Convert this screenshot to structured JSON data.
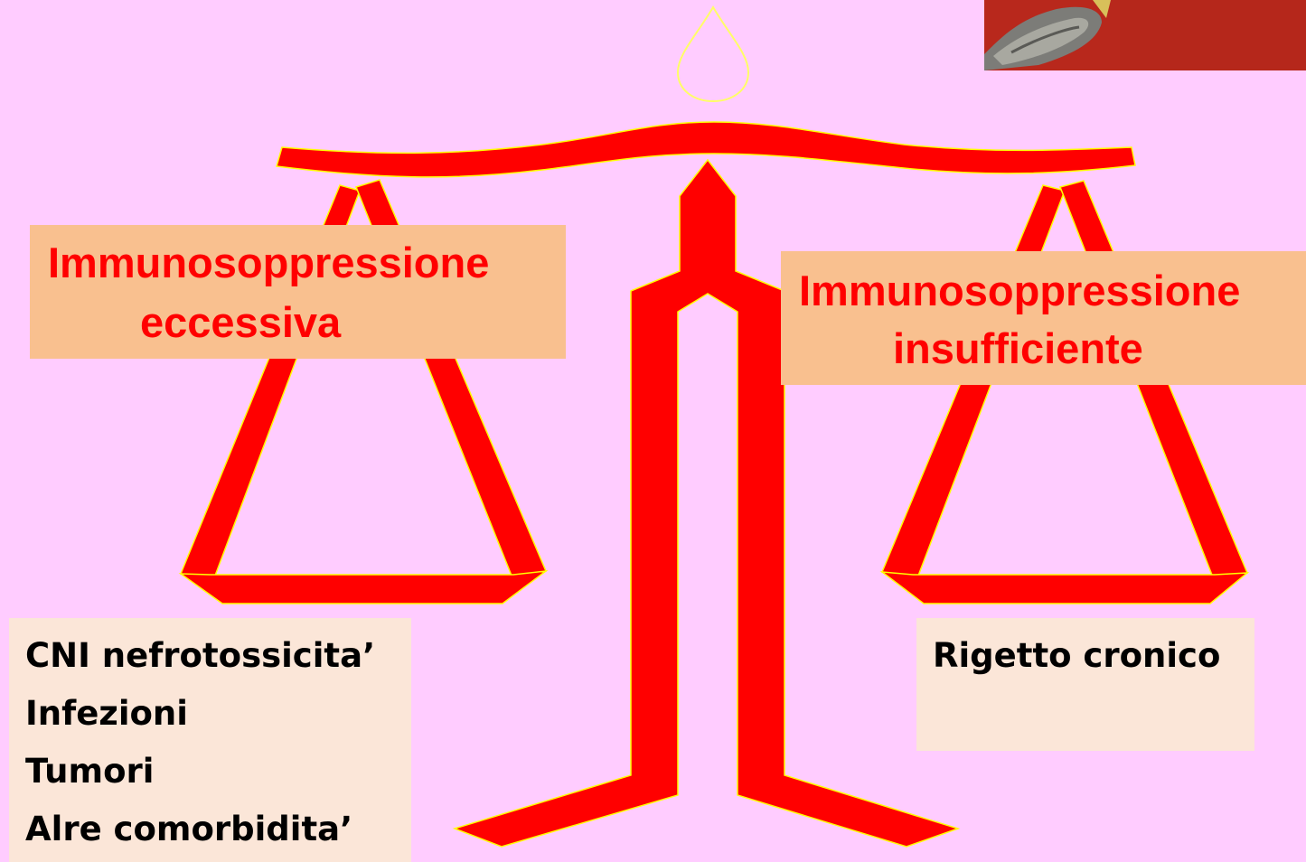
{
  "labels": {
    "left_title_line1": "Immunosoppressione",
    "left_title_line2": "eccessiva",
    "right_title_line1": "Immunosoppressione",
    "right_title_line2": "insufficiente"
  },
  "left_consequences": [
    "CNI nefrotossicita’",
    "Infezioni",
    "Tumori",
    "Alre comorbidita’"
  ],
  "right_consequences": [
    "Rigetto cronico"
  ],
  "colors": {
    "background": "#ffccff",
    "scale_fill": "#ff0000",
    "scale_outline": "#ffff00",
    "label_box": "#f9c08f",
    "list_box": "#fbe6d8",
    "label_text": "#ff0000"
  },
  "icons": {
    "balance": "scale-of-justice-icon",
    "pivot": "drop-icon",
    "corner_image": "photo-fragment"
  }
}
